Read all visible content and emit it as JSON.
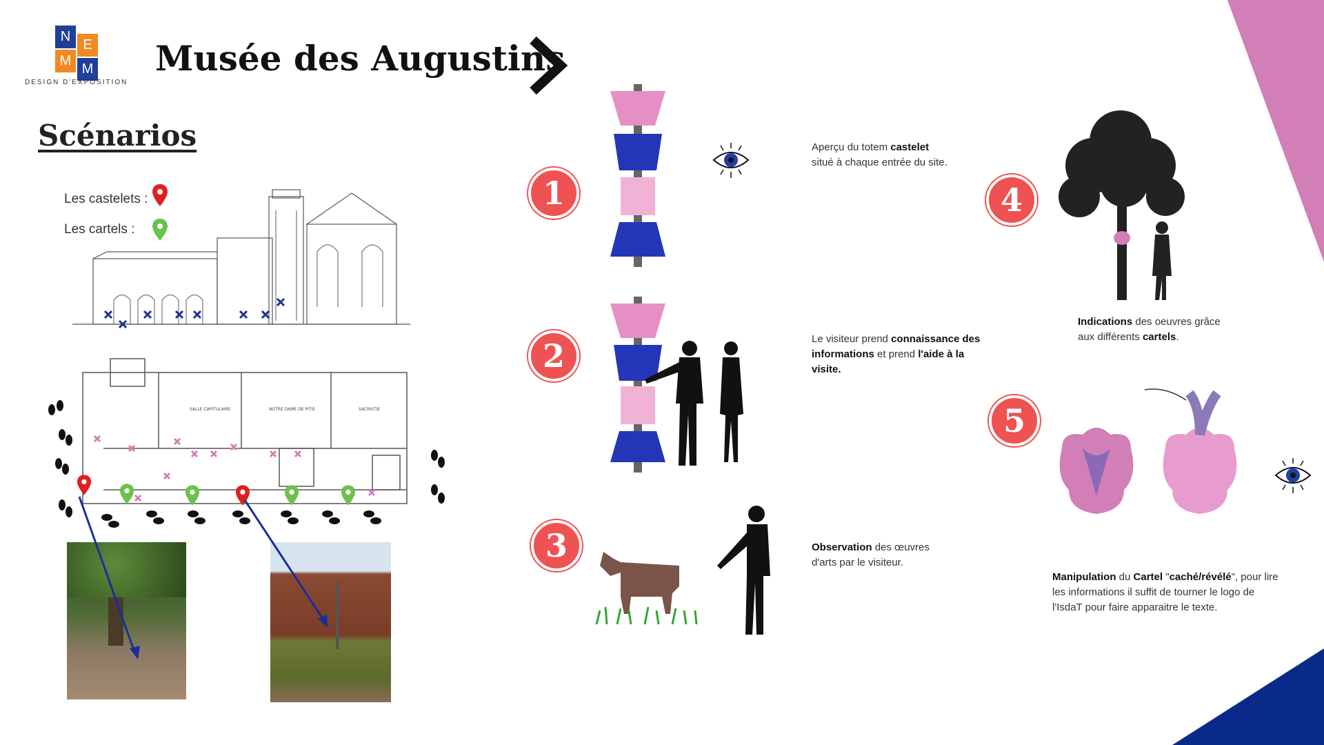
{
  "brand": {
    "letters": [
      "N",
      "E",
      "M",
      "M"
    ],
    "subtitle": "DESIGN D'EXPOSITION",
    "colors": {
      "blue": "#1f3f99",
      "orange": "#f28a22"
    }
  },
  "header": {
    "title": "Musée des Augustins"
  },
  "section": {
    "title": "Scénarios"
  },
  "legend": {
    "castelets_label": "Les castelets :",
    "cartels_label": "Les cartels :",
    "castelet_color": "#e02020",
    "cartel_color": "#6cc24a"
  },
  "steps": [
    {
      "number": "1",
      "text_parts": [
        "Aperçu du totem ",
        "castelet",
        " situé à chaque entrée du site."
      ]
    },
    {
      "number": "2",
      "text_parts": [
        "Le visiteur prend ",
        "connaissance des informations",
        " et prend ",
        "l'aide à la visite."
      ]
    },
    {
      "number": "3",
      "text_parts": [
        "Observation",
        " des œuvres d'arts par le visiteur."
      ]
    },
    {
      "number": "4",
      "text_parts": [
        "Indications",
        " des oeuvres grâce aux différents ",
        "cartels",
        "."
      ]
    },
    {
      "number": "5",
      "text_parts": [
        "Manipulation",
        " du ",
        "Cartel",
        " \"",
        "caché/révélé",
        "\", pour lire les informations il suffit de tourner le logo de l'IsdaT pour faire apparaitre le texte."
      ]
    }
  ],
  "icons": [
    "eye-icon",
    "location-pin-icon",
    "footprints-icon",
    "chevron-right-icon"
  ],
  "accent_colors": {
    "pink": "#d17fb6",
    "navy": "#0a2a8a",
    "badge_red": "#ef5252",
    "totem_blue": "#2436b8",
    "totem_pink": "#e58fc4"
  }
}
